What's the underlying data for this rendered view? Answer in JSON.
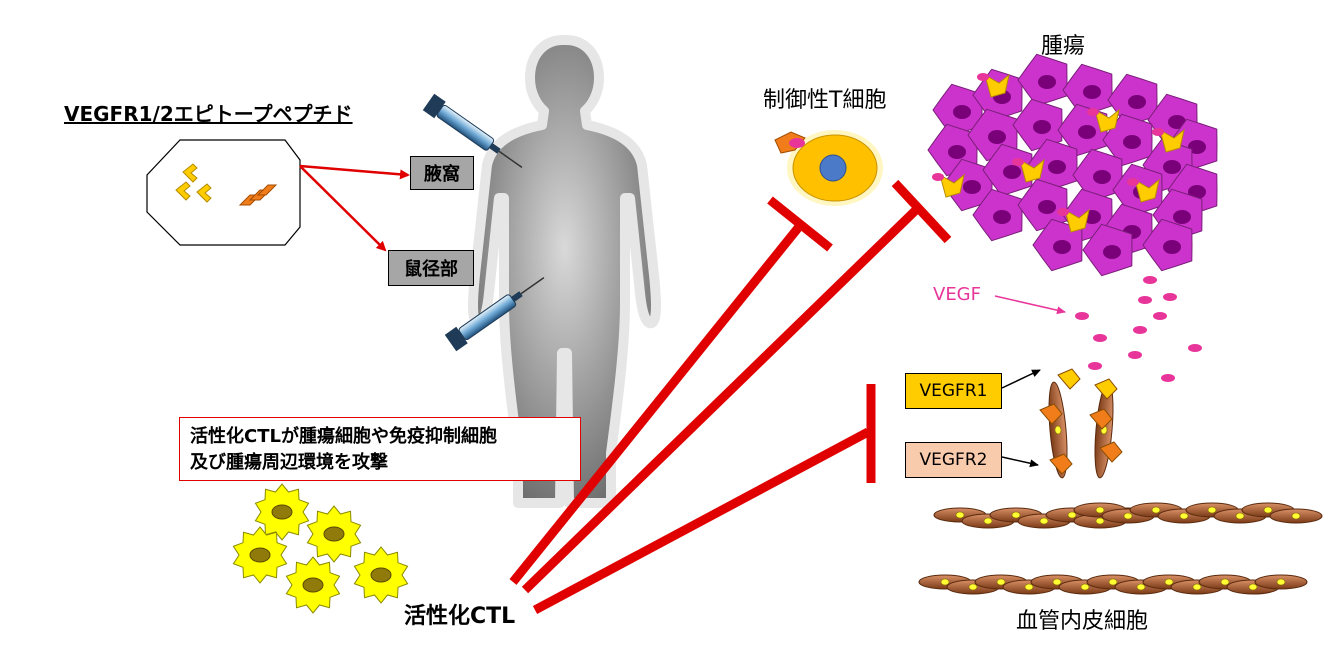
{
  "peptide": {
    "title": "VEGFR1/2エピトープペプチド"
  },
  "injection_sites": {
    "axilla": "腋窩",
    "inguinal": "鼠径部"
  },
  "cells": {
    "treg": "制御性T細胞",
    "tumor": "腫瘍",
    "vegf": "VEGF",
    "vegfr1": "VEGFR1",
    "vegfr2": "VEGFR2",
    "endothelial": "血管内皮細胞"
  },
  "ctl": {
    "description_line1": "活性化CTLが腫瘍細胞や免疫抑制細胞",
    "description_line2": "及び腫瘍周辺環境を攻撃",
    "label": "活性化CTL"
  },
  "colors": {
    "arrow_red": "#e00000",
    "vegfr1_fill": "#ffcc00",
    "vegfr2_fill": "#f9cbad",
    "tumor_cell": "#cc33cc",
    "vegf_dot": "#e8359a",
    "ctl_cell": "#ffff00",
    "treg_cell": "#ffc000",
    "endothelial_cell": "#b5652e"
  }
}
